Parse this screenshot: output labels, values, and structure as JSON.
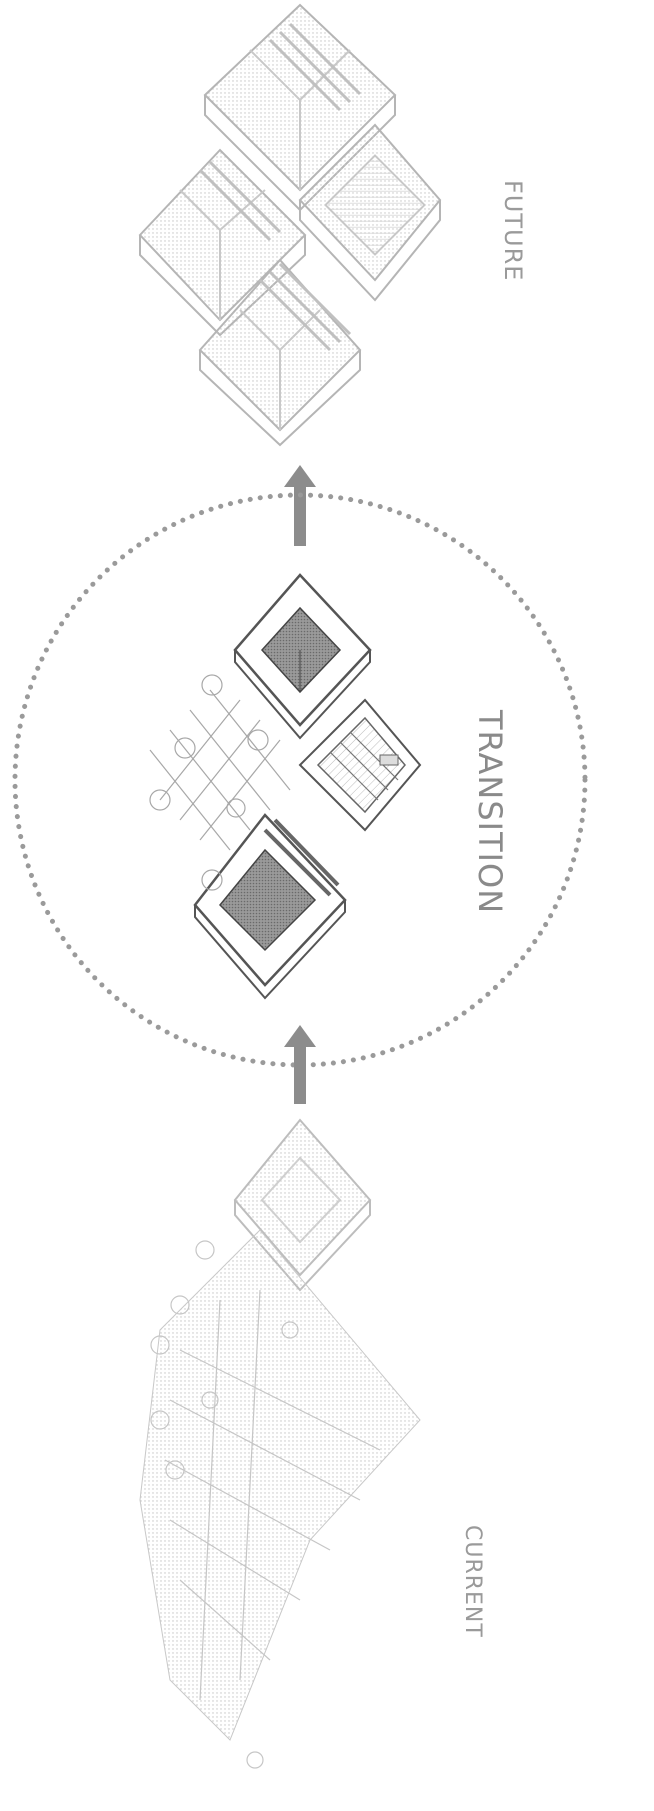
{
  "stages": {
    "future": "FUTURE",
    "transition": "TRANSITION",
    "current": "CURRENT"
  },
  "colors": {
    "stroke_light": "#b0b0b0",
    "stroke_dark": "#555555",
    "fill_dark": "#8a8a8a",
    "arrow": "#8c8c8c",
    "dots": "#9a9a9a"
  }
}
